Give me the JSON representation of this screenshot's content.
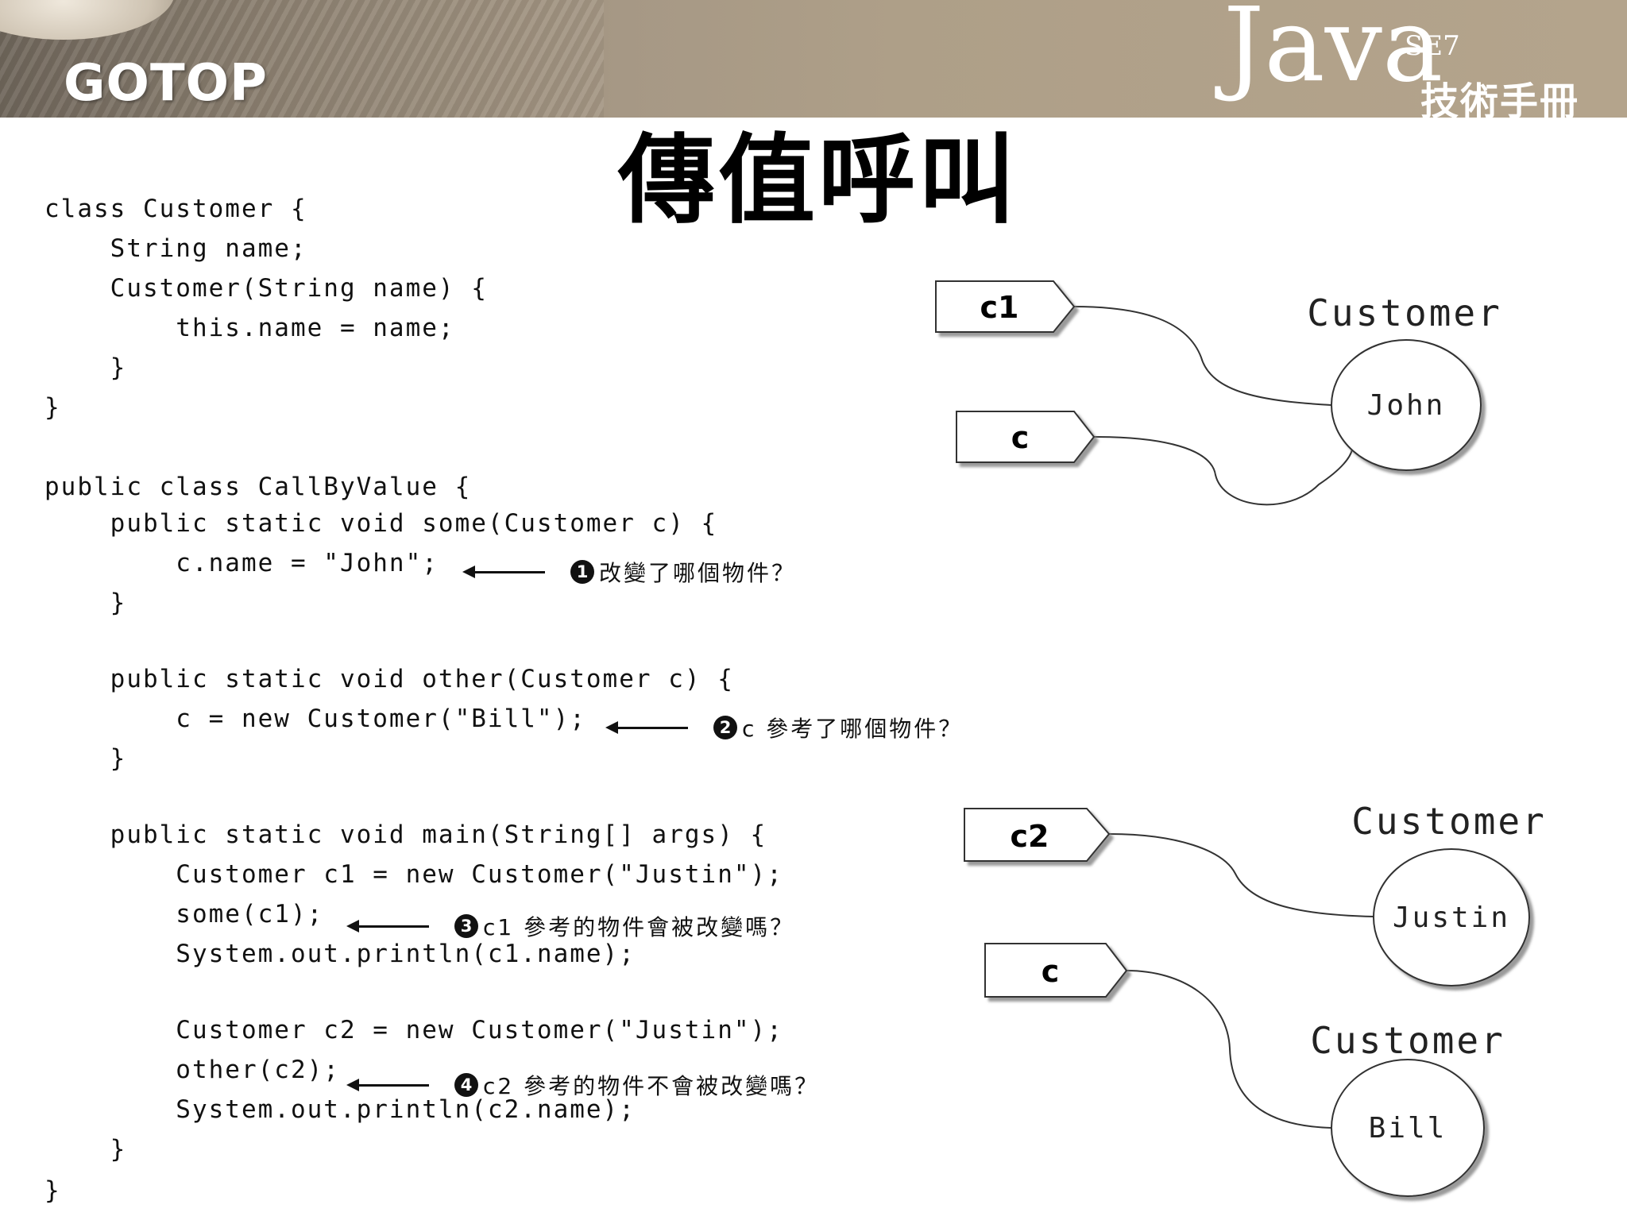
{
  "banner": {
    "logo": "GOTOP",
    "java_word": "Java",
    "java_se": "SE7",
    "java_sub": "技術手冊"
  },
  "title": "傳值呼叫",
  "code": {
    "lines": [
      "class Customer {",
      "    String name;",
      "    Customer(String name) {",
      "        this.name = name;",
      "    }",
      "}",
      "public class CallByValue {",
      "    public static void some(Customer c) {",
      "        c.name = \"John\";",
      "    }",
      "    public static void other(Customer c) {",
      "        c = new Customer(\"Bill\");",
      "    }",
      "    public static void main(String[] args) {",
      "        Customer c1 = new Customer(\"Justin\");",
      "        some(c1);",
      "        System.out.println(c1.name);",
      "        Customer c2 = new Customer(\"Justin\");",
      "        other(c2);",
      "        System.out.println(c2.name);",
      "    }",
      "}"
    ]
  },
  "annotations": [
    {
      "num": "1",
      "text": "改變了哪個物件？"
    },
    {
      "num": "2",
      "text": "c 參考了哪個物件？"
    },
    {
      "num": "3",
      "text": "c1 參考的物件會被改變嗎？"
    },
    {
      "num": "4",
      "text": "c2 參考的物件不會被改變嗎？"
    }
  ],
  "diagram_top": {
    "refs": [
      "c1",
      "c"
    ],
    "class_label": "Customer",
    "object_value": "John"
  },
  "diagram_bottom": {
    "refs": [
      "c2",
      "c"
    ],
    "class_labels": [
      "Customer",
      "Customer"
    ],
    "object_values": [
      "Justin",
      "Bill"
    ]
  }
}
